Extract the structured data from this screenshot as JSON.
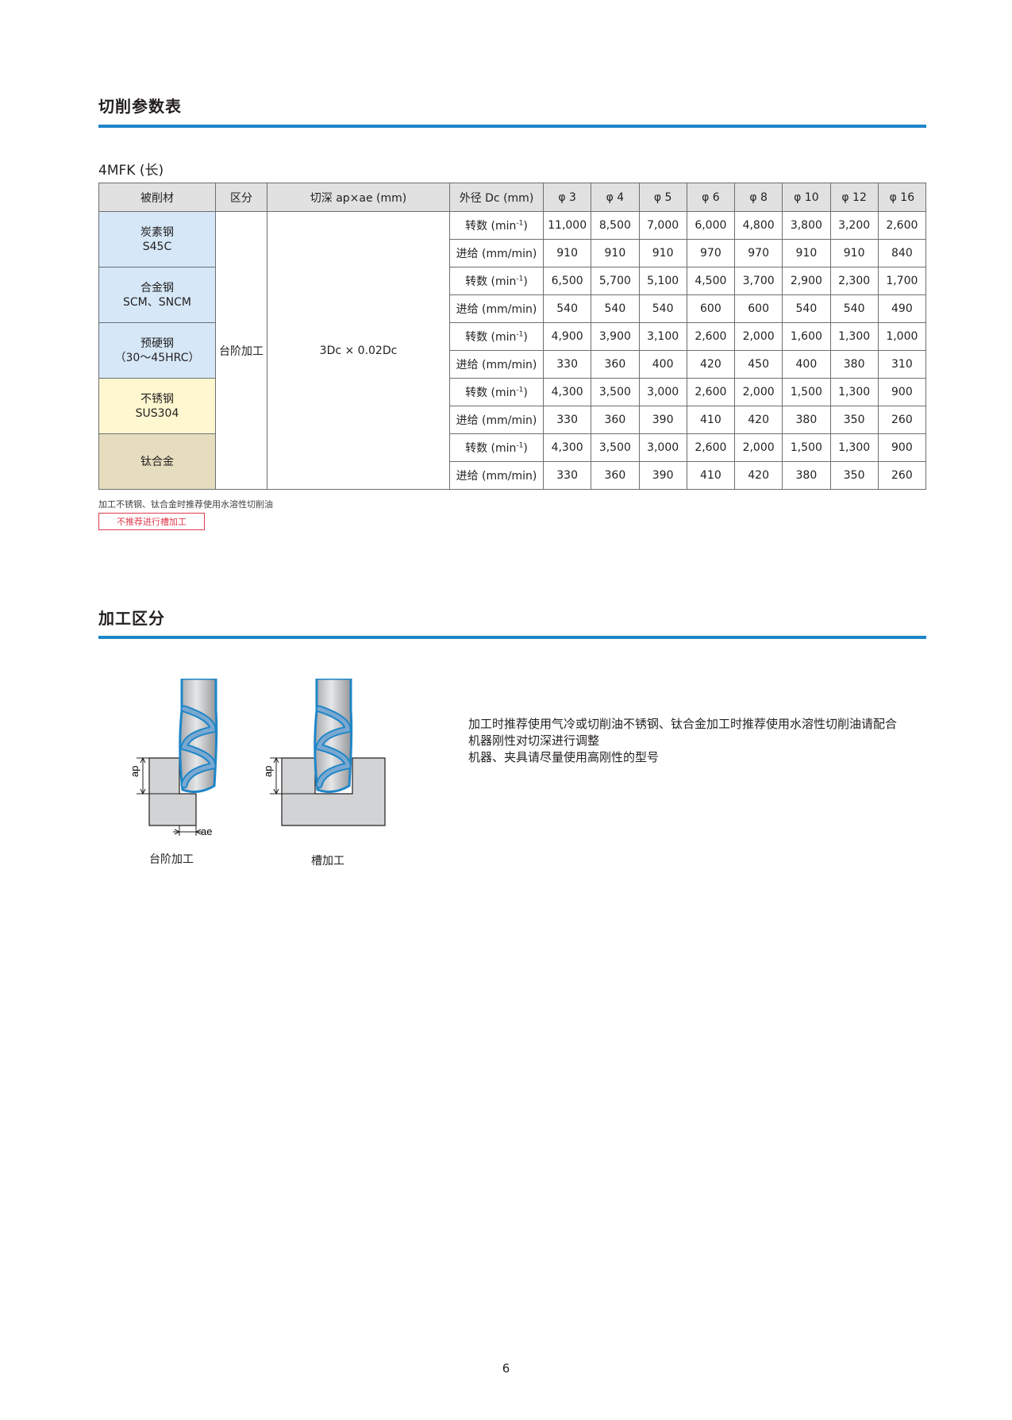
{
  "sections": {
    "params_title": "切削参数表",
    "process_title": "加工区分"
  },
  "table": {
    "model": "4MFK (长)",
    "headers": {
      "material": "被削材",
      "type": "区分",
      "depth": "切深 ap×ae (mm)",
      "diameter": "外径 Dc (mm)",
      "sizes": [
        "φ 3",
        "φ 4",
        "φ 5",
        "φ 6",
        "φ 8",
        "φ 10",
        "φ 12",
        "φ 16"
      ]
    },
    "process_type": "台阶加工",
    "depth_value": "3Dc × 0.02Dc",
    "speed_label": "转数 (min",
    "speed_sup": "-1",
    "speed_close": ")",
    "feed_label": "进给 (mm/min)",
    "materials": [
      {
        "name_line1": "炭素钢",
        "name_line2": "S45C",
        "color": "#d6e8f7",
        "speed": [
          "11,000",
          "8,500",
          "7,000",
          "6,000",
          "4,800",
          "3,800",
          "3,200",
          "2,600"
        ],
        "feed": [
          "910",
          "910",
          "910",
          "970",
          "970",
          "910",
          "910",
          "840"
        ]
      },
      {
        "name_line1": "合金钢",
        "name_line2": "SCM、SNCM",
        "color": "#d6e8f7",
        "speed": [
          "6,500",
          "5,700",
          "5,100",
          "4,500",
          "3,700",
          "2,900",
          "2,300",
          "1,700"
        ],
        "feed": [
          "540",
          "540",
          "540",
          "600",
          "600",
          "540",
          "540",
          "490"
        ]
      },
      {
        "name_line1": "预硬钢",
        "name_line2": "（30～45HRC）",
        "color": "#d6e8f7",
        "speed": [
          "4,900",
          "3,900",
          "3,100",
          "2,600",
          "2,000",
          "1,600",
          "1,300",
          "1,000"
        ],
        "feed": [
          "330",
          "360",
          "400",
          "420",
          "450",
          "400",
          "380",
          "310"
        ]
      },
      {
        "name_line1": "不锈钢",
        "name_line2": "SUS304",
        "color": "#fff7cf",
        "speed": [
          "4,300",
          "3,500",
          "3,000",
          "2,600",
          "2,000",
          "1,500",
          "1,300",
          "900"
        ],
        "feed": [
          "330",
          "360",
          "390",
          "410",
          "420",
          "380",
          "350",
          "260"
        ]
      },
      {
        "name_line1": "钛合金",
        "name_line2": "",
        "color": "#e6ddbf",
        "speed": [
          "4,300",
          "3,500",
          "3,000",
          "2,600",
          "2,000",
          "1,500",
          "1,300",
          "900"
        ],
        "feed": [
          "330",
          "360",
          "390",
          "410",
          "420",
          "380",
          "350",
          "260"
        ]
      }
    ]
  },
  "notes": {
    "coolant_note": "加工不锈钢、钛合金时推荐使用水溶性切削油",
    "warning": "不推荐进行槽加工"
  },
  "diagram": {
    "left_label": "台阶加工",
    "right_label": "槽加工",
    "ap_label": "ap",
    "ae_label": "ae"
  },
  "description": {
    "line1": "加工时推荐使用气冷或切削油不锈钢、钛合金加工时推荐使用水溶性切削油请配合",
    "line2": "机器刚性对切深进行调整",
    "line3": "机器、夹具请尽量使用高刚性的型号"
  },
  "page_number": "6"
}
